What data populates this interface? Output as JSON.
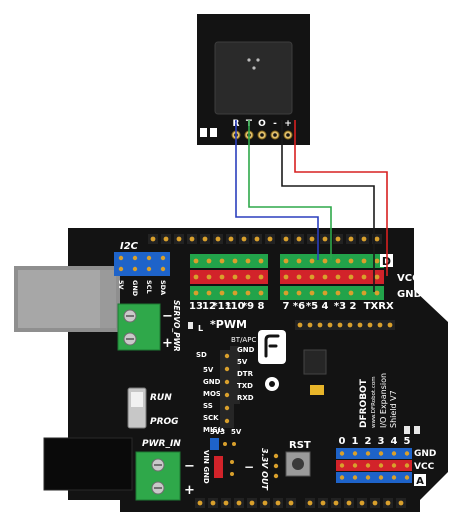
{
  "module": {
    "pin_labels": [
      "R",
      "T",
      "O",
      "-",
      "+"
    ]
  },
  "shield": {
    "i2c_label": "I2C",
    "i2c_pins": [
      "5V",
      "GND",
      "SCL",
      "SDA"
    ],
    "d_badge": "D",
    "vcc": "VCC",
    "gnd": "GND",
    "digital_numbers": [
      "13",
      "12",
      "*11",
      "*10",
      "*9",
      "8",
      "7",
      "*6",
      "*5",
      "4",
      "*3",
      "2",
      "TX",
      "RX"
    ],
    "servo_pwr": "SERVO_PWR",
    "pwm_note": "*PWM",
    "led_l": "L",
    "bt_apc": "BT/APC",
    "sd": "SD",
    "sd_pins": [
      "5V",
      "GND",
      "MOSI",
      "SS",
      "SCK",
      "MISO"
    ],
    "apc_pins": [
      "GND",
      "5V",
      "DTR",
      "TXD",
      "RXD"
    ],
    "run": "RUN",
    "prog": "PROG",
    "pwr_in": "PWR_IN",
    "v3v3": "3V3",
    "v5v": "5V",
    "out_3v3": "3.3V OUT",
    "vin_gnd": "VIN GND",
    "rst": "RST",
    "analog_numbers": [
      "0",
      "1",
      "2",
      "3",
      "4",
      "5"
    ],
    "a_badge": "A",
    "brand_line1": "DFROBOT",
    "brand_line2": "www.DFRobot.com",
    "brand_line3": "I/O Expansion",
    "brand_line4": "Shield V7"
  },
  "colors": {
    "board": "#131313",
    "header_blue": "#1e63c9",
    "header_red": "#d2232a",
    "header_green": "#22a34a",
    "pin_gold": "#d9a02c",
    "terminal_green": "#2fa84a",
    "wire_blue": "#2b3fbd",
    "wire_green": "#2ea84a",
    "wire_black": "#1a1a1a",
    "wire_red": "#d72020"
  }
}
